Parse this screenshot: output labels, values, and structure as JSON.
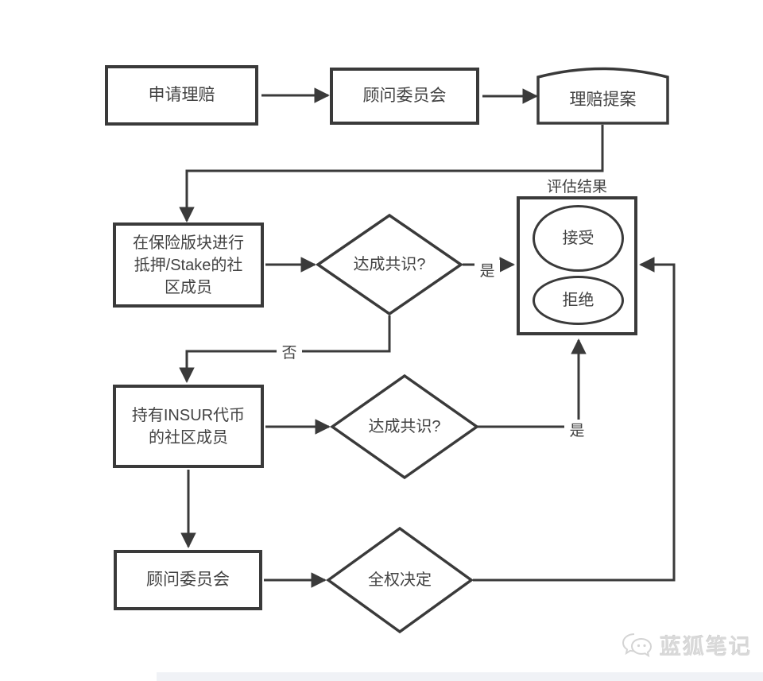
{
  "diagram": {
    "nodes": {
      "apply": "申请理赔",
      "advisory_top": "顾问委员会",
      "proposal": "理赔提案",
      "staked_members": "在保险版块进行抵押/Stake的社区成员",
      "consensus1": "达成共识?",
      "evaluation_title": "评估结果",
      "accept": "接受",
      "reject": "拒绝",
      "token_holders": "持有INSUR代币的社区成员",
      "consensus2": "达成共识?",
      "advisory_bottom": "顾问委员会",
      "full_decision": "全权决定"
    },
    "edge_labels": {
      "yes1": "是",
      "no1": "否",
      "yes2": "是"
    }
  },
  "watermark": "蓝狐笔记",
  "colors": {
    "line": "#3a3a3a",
    "text": "#424242",
    "watermark": "#d9d9d9",
    "footer_bar": "#f0f2f6"
  }
}
